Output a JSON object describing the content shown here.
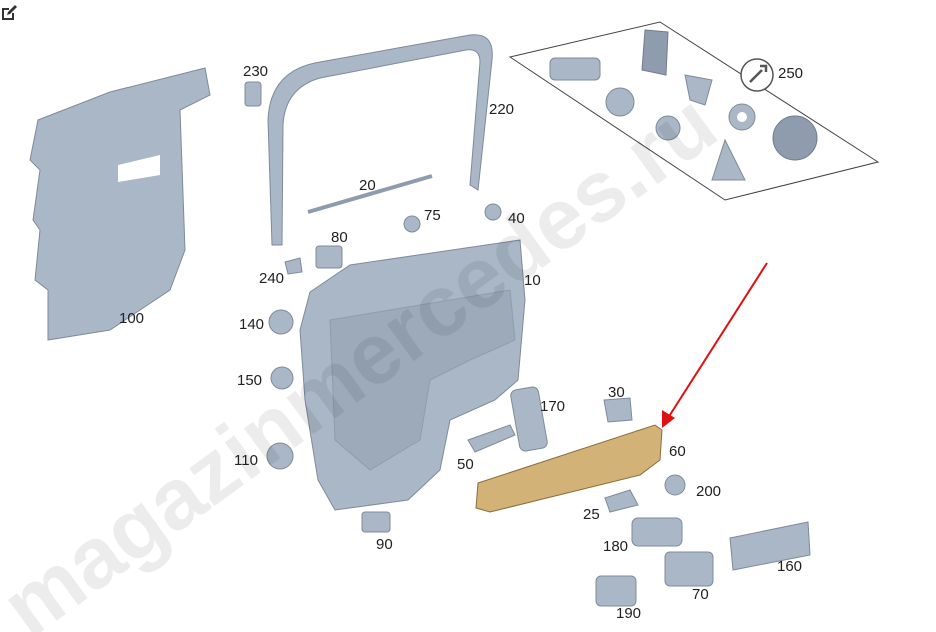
{
  "watermark": "magazinmercedes.ru",
  "toolbar": {
    "edit_icon": "edit-icon"
  },
  "colors": {
    "highlight_part": "#d2b277",
    "arrow": "#e01010",
    "part": "#a9b7c6"
  },
  "callouts": [
    "230",
    "220",
    "250",
    "20",
    "75",
    "40",
    "80",
    "240",
    "10",
    "100",
    "140",
    "150",
    "170",
    "30",
    "110",
    "50",
    "60",
    "200",
    "25",
    "180",
    "90",
    "160",
    "70",
    "190"
  ]
}
